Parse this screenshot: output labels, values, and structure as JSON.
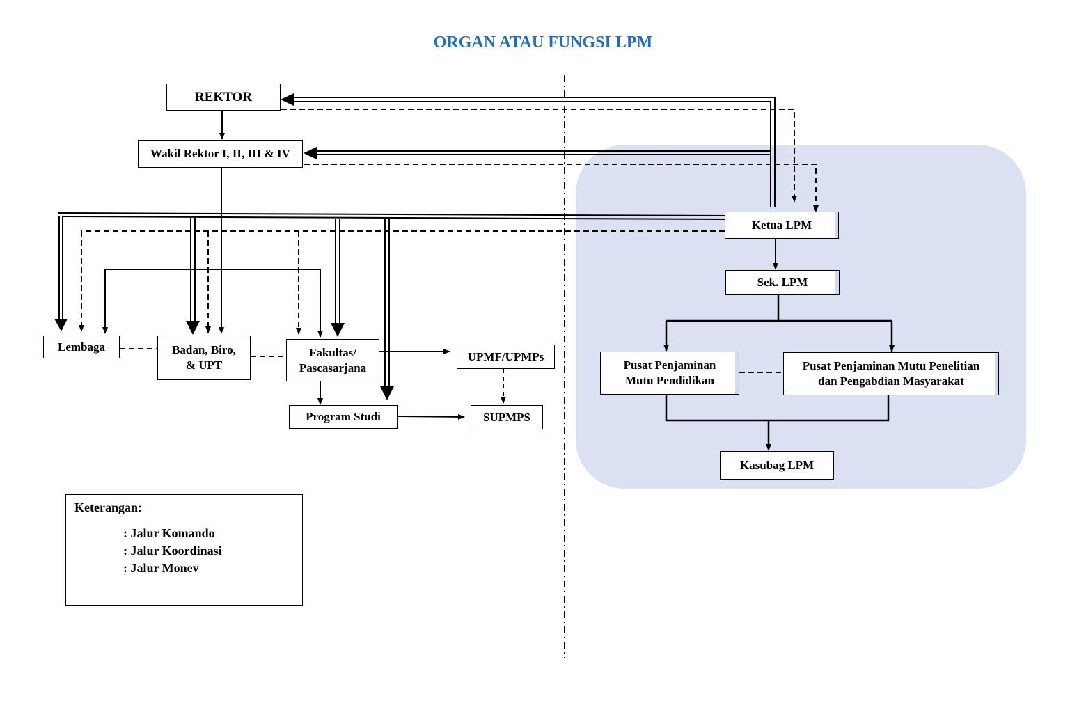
{
  "title": "ORGAN ATAU FUNGSI LPM",
  "nodes": {
    "rektor": "REKTOR",
    "wakil_rektor": "Wakil Rektor I, II, III & IV",
    "ketua_lpm": "Ketua LPM",
    "sek_lpm": "Sek. LPM",
    "lembaga": "Lembaga",
    "badan_line1": "Badan, Biro,",
    "badan_line2": "& UPT",
    "fakultas_line1": "Fakultas/",
    "fakultas_line2": "Pascasarjana",
    "upmf": "UPMF/UPMPs",
    "program_studi": "Program Studi",
    "supmps": "SUPMPS",
    "pusat_pendidikan_line1": "Pusat Penjaminan",
    "pusat_pendidikan_line2": "Mutu Pendidikan",
    "pusat_penelitian_line1": "Pusat Penjaminan Mutu Penelitian",
    "pusat_penelitian_line2": "dan Pengabdian Masyarakat",
    "kasubag_lpm": "Kasubag LPM"
  },
  "legend": {
    "title": "Keterangan:",
    "komando": ": Jalur Komando",
    "koordinasi": ": Jalur Koordinasi",
    "monev": ": Jalur Monev"
  },
  "colors": {
    "title": "#1f6ec1",
    "lpm_region": "#d9e1f3",
    "line": "#000000"
  }
}
